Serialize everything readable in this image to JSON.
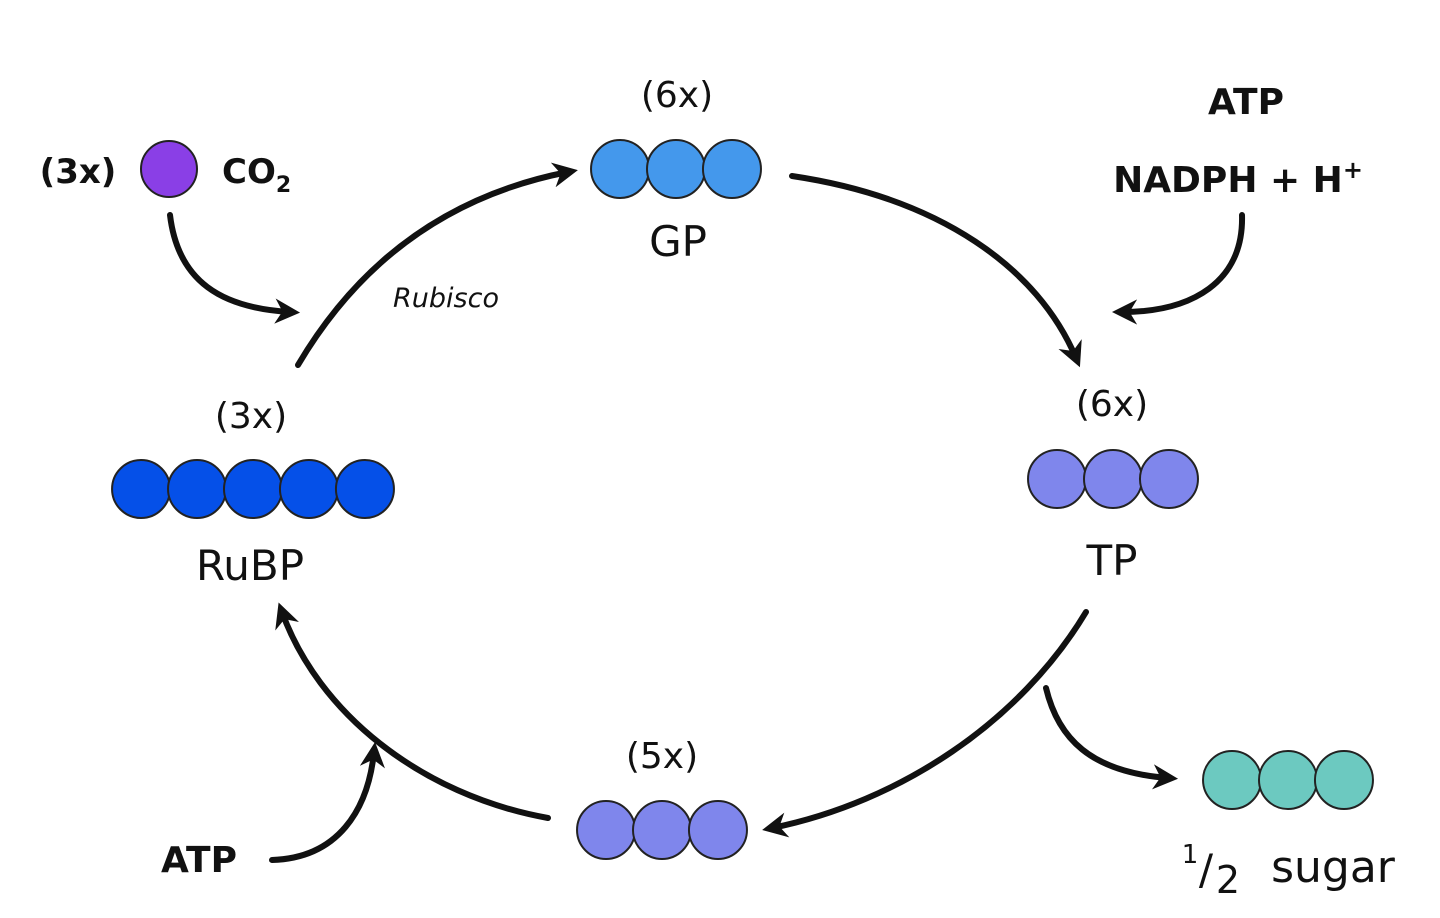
{
  "colors": {
    "co2": "#8a3fe6",
    "gp": "#4498ec",
    "rubp": "#0550e8",
    "tp": "#7f86ec",
    "regen": "#7f86ec",
    "sugar": "#6cc9c0",
    "arrow": "#111111",
    "outline": "#222222"
  },
  "co2": {
    "count": "(3x)",
    "label": "CO",
    "subscript": "2"
  },
  "enzyme": {
    "label": "Rubisco"
  },
  "gp": {
    "count": "(6x)",
    "label": "GP",
    "circles": 3
  },
  "inputs_top_right": {
    "atp": "ATP",
    "nadph": "NADPH + H",
    "superscript": "+"
  },
  "tp": {
    "count": "(6x)",
    "label": "TP",
    "circles": 3
  },
  "sugar": {
    "numerator": "1",
    "slash": "/",
    "denominator": "2",
    "label": "sugar",
    "circles": 3
  },
  "regen": {
    "count": "(5x)",
    "circles": 3
  },
  "input_bottom_left": {
    "atp": "ATP"
  },
  "rubp": {
    "count": "(3x)",
    "label": "RuBP",
    "circles": 5
  }
}
